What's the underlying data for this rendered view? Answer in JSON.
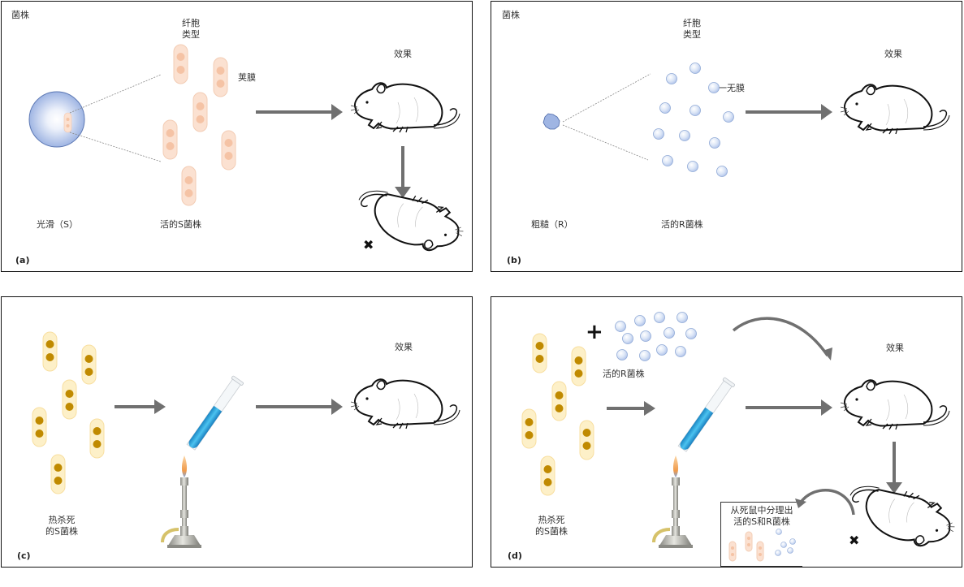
{
  "panels": {
    "a": {
      "id_label": "(a)",
      "strain_header": "菌株",
      "cell_type_header_line1": "纤胞",
      "cell_type_header_line2": "类型",
      "capsule_label": "荚膜",
      "effect_header": "效果",
      "strain_name": "光滑（S）",
      "cells_label": "活的S菌株",
      "outcome": "dead"
    },
    "b": {
      "id_label": "(b)",
      "strain_header": "菌株",
      "cell_type_header_line1": "纤胞",
      "cell_type_header_line2": "类型",
      "no_capsule_label": "一无膜",
      "effect_header": "效果",
      "strain_name": "粗糙（R）",
      "cells_label": "活的R菌株",
      "outcome": "alive"
    },
    "c": {
      "id_label": "(c)",
      "effect_header": "效果",
      "cells_label_line1": "热杀死",
      "cells_label_line2": "的S菌株",
      "outcome": "alive"
    },
    "d": {
      "id_label": "(d)",
      "plus_sign": "+",
      "live_r_label": "活的R菌株",
      "effect_header": "效果",
      "cells_label_line1": "热杀死",
      "cells_label_line2": "的S菌株",
      "isolation_line1": "从死鼠中分理出",
      "isolation_line2": "活的S和R菌株",
      "outcome": "dead"
    }
  },
  "colors": {
    "s_cell_fill": "#fbe1d1",
    "s_cell_dot": "#f5c3a5",
    "r_cell_fill": "#dbe5f6",
    "r_cell_stroke": "#8fa9d6",
    "heat_cell_fill": "#fdf0c8",
    "heat_cell_dot": "#c08a00",
    "arrow": "#707070",
    "tube_liquid": "#2fa8dc"
  },
  "icons": {
    "mouse": "mouse-icon",
    "dead_mouse": "dead-mouse-icon",
    "test_tube": "test-tube-icon",
    "bunsen_burner": "bunsen-burner-icon"
  }
}
